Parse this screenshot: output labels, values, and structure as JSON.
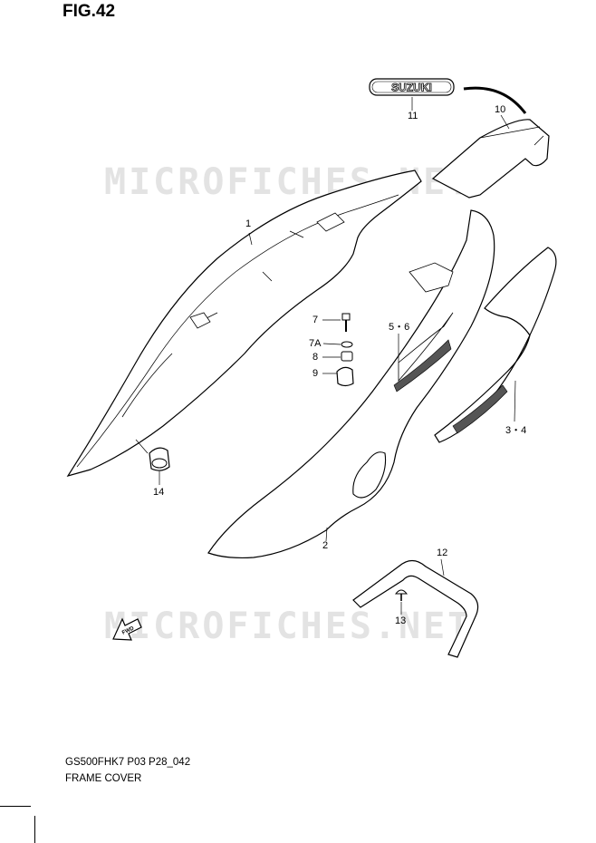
{
  "figure": {
    "title": "FIG.42"
  },
  "watermark": {
    "text": "MICROFICHES.NET"
  },
  "emblem": {
    "text": "SUZUKI"
  },
  "fwd_arrow": {
    "text": "FWD"
  },
  "callouts": {
    "c1": "1",
    "c2": "2",
    "c3_4": "3・4",
    "c5_6": "5・6",
    "c7": "7",
    "c7a": "7A",
    "c8": "8",
    "c9": "9",
    "c10": "10",
    "c11": "11",
    "c12": "12",
    "c13": "13",
    "c14": "14"
  },
  "footer": {
    "model_code": "GS500FHK7 P03 P28_042",
    "section_name": "FRAME COVER"
  }
}
